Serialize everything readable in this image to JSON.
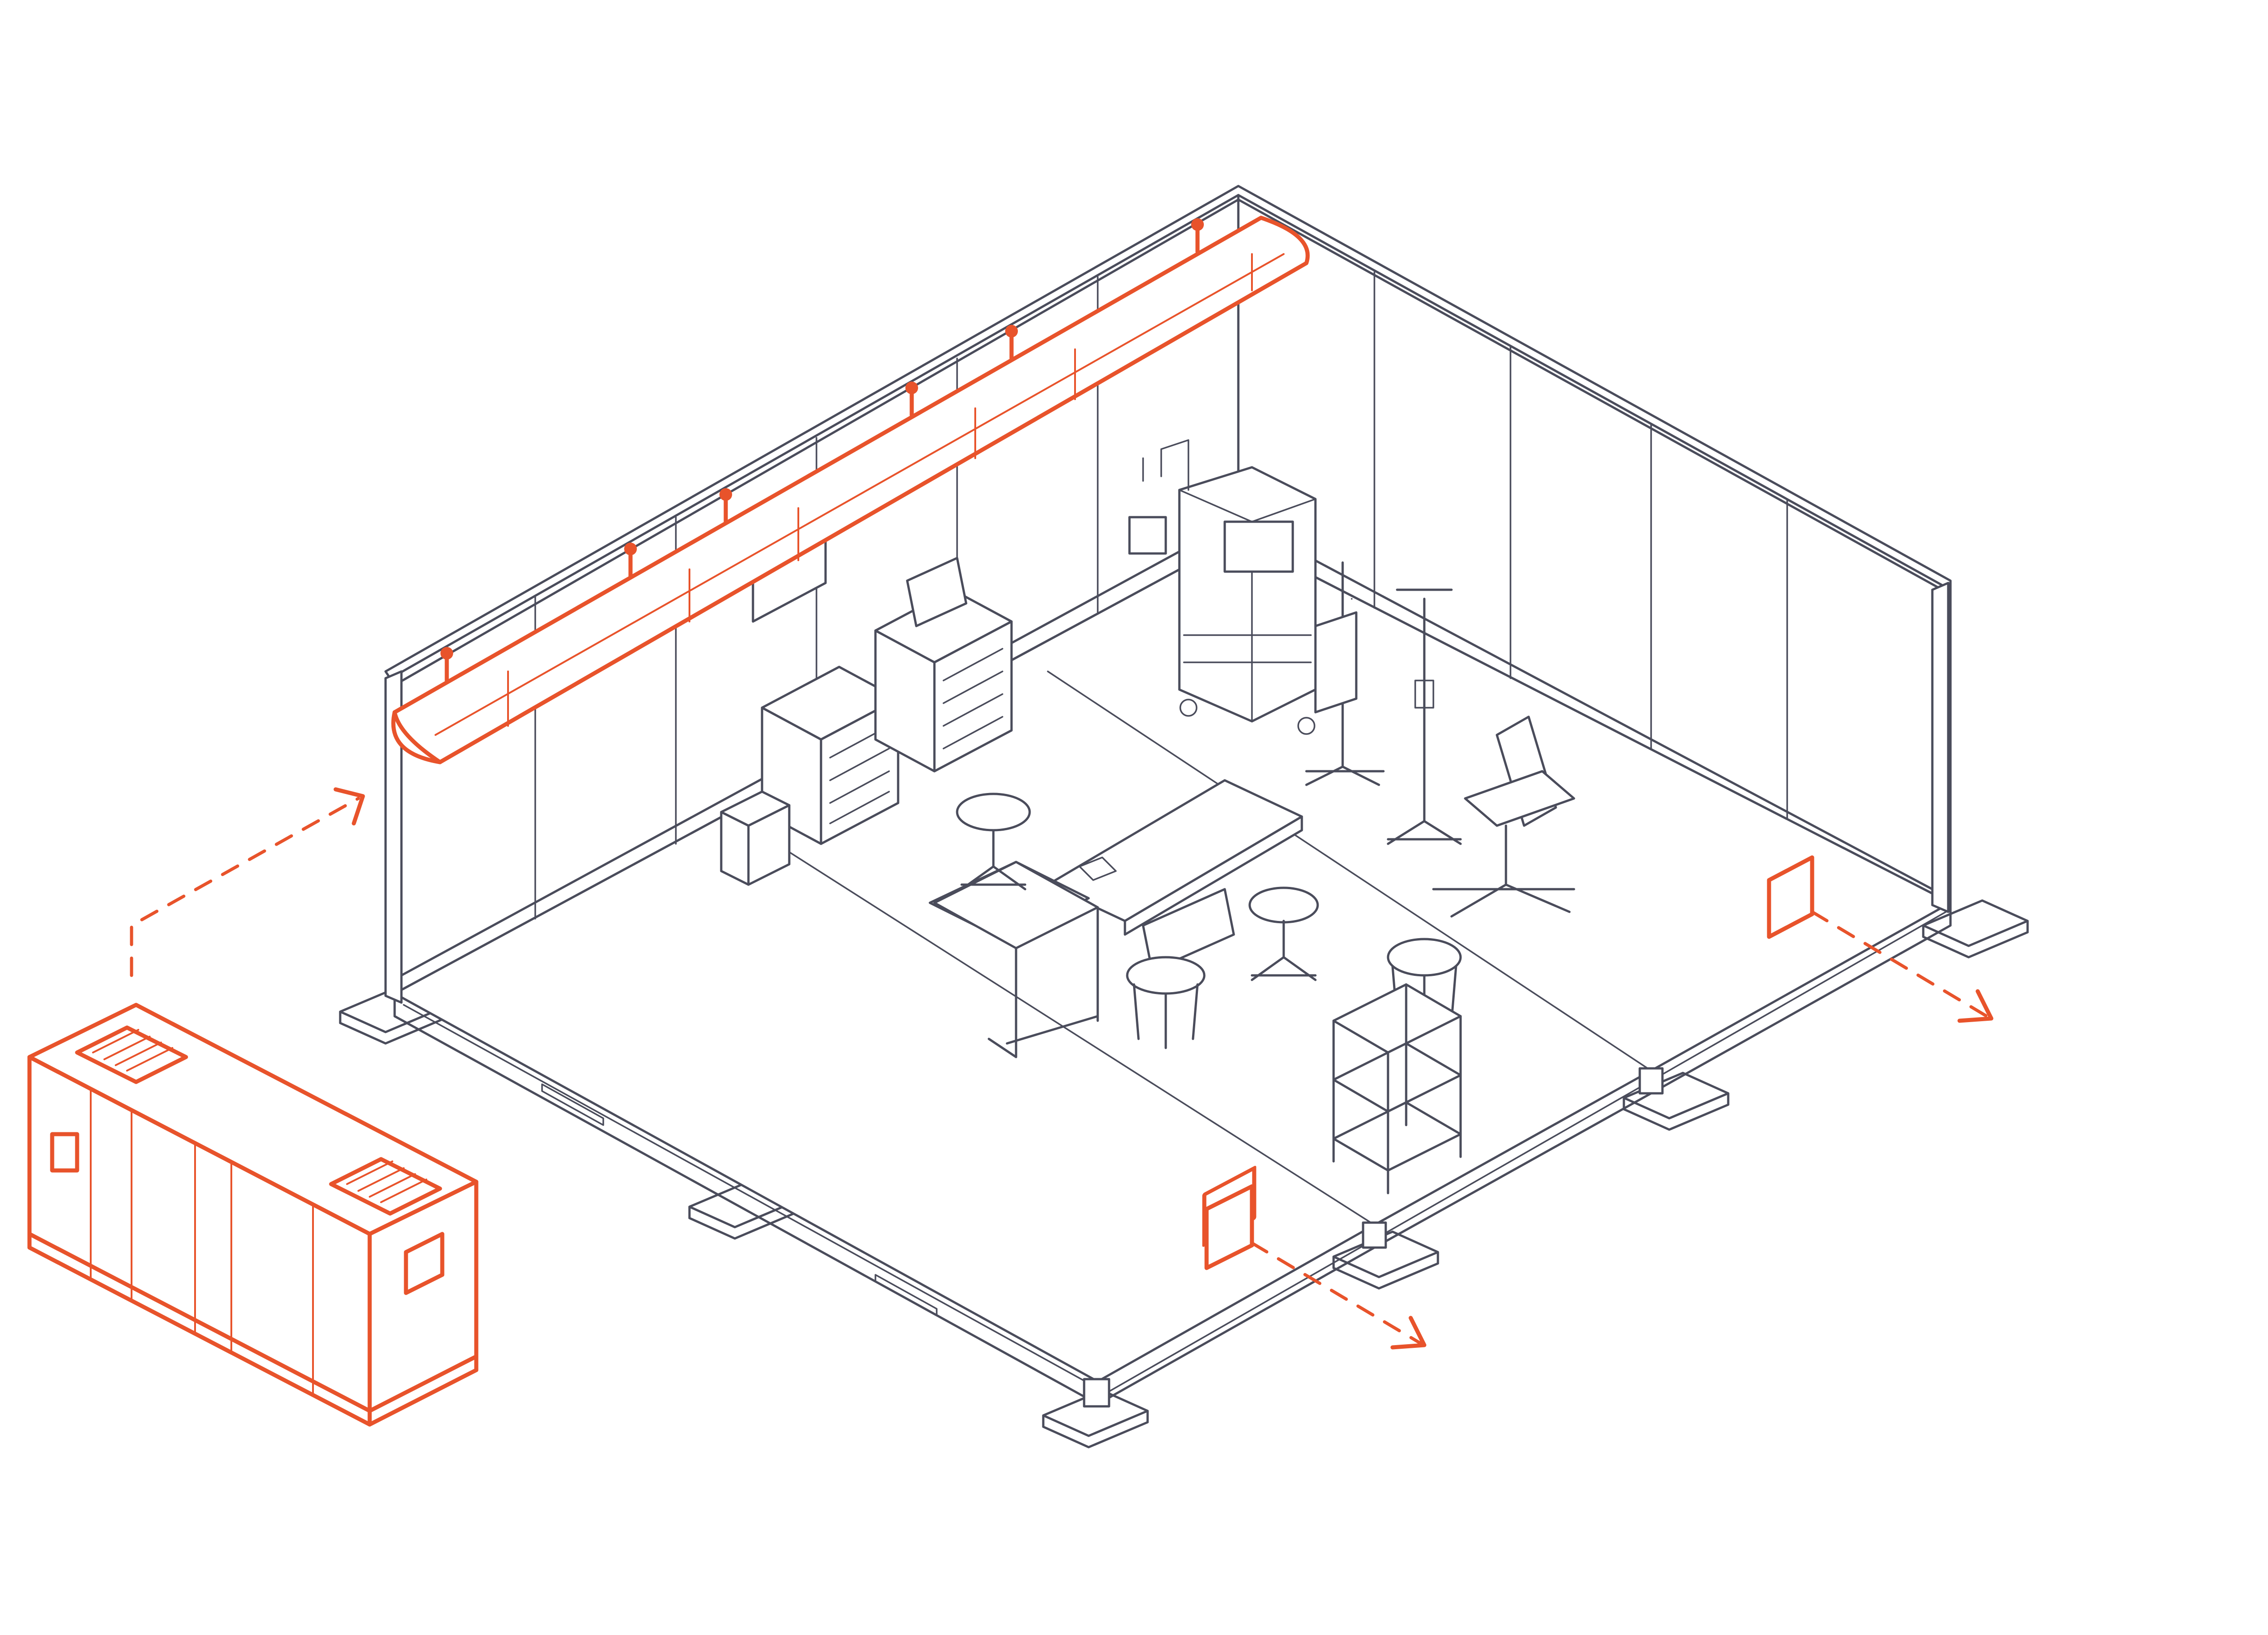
{
  "diagram": {
    "kind": "isometric line drawing",
    "colors": {
      "line": "#4a4c5b",
      "accent": "#e8532b",
      "background": "#ffffff"
    },
    "elements": [
      "room-enclosure",
      "ceiling-air-diffuser",
      "air-handling-unit",
      "supply-airflow-arrow",
      "exhaust-grille-front",
      "exhaust-grille-right",
      "exhaust-airflow-arrow-front",
      "exhaust-airflow-arrow-right",
      "operating-table",
      "anesthesia-machine",
      "drawer-cabinet",
      "iv-stand",
      "surgical-stool",
      "instrument-trolley",
      "kick-bucket",
      "suction-unit",
      "surgeon-chair"
    ]
  }
}
